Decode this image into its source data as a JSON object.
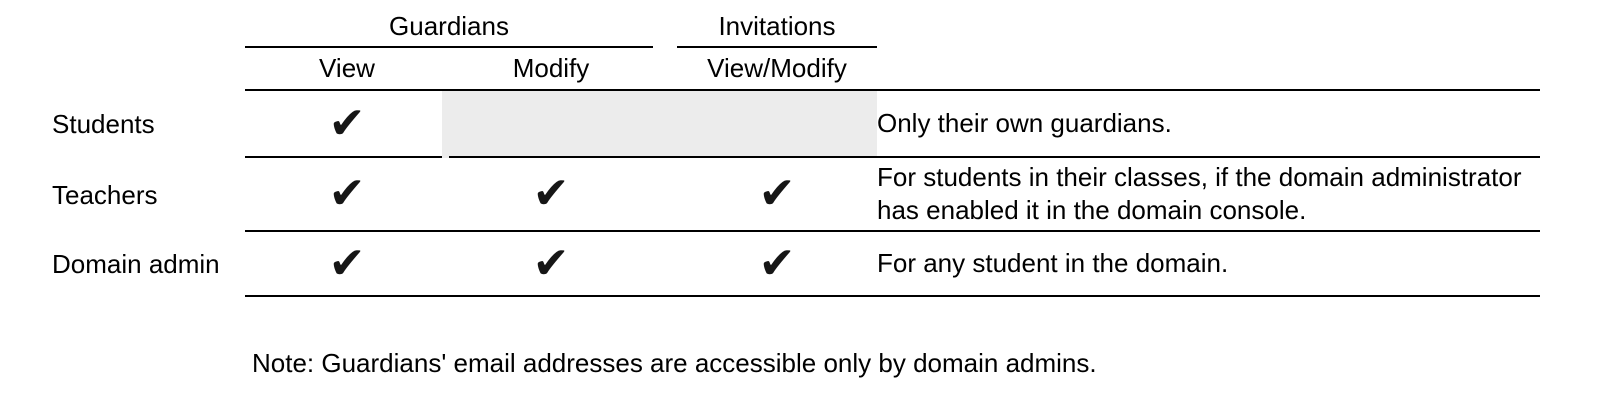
{
  "table": {
    "column_groups": [
      {
        "label": "Guardians"
      },
      {
        "label": "Invitations"
      }
    ],
    "sub_columns": [
      {
        "label": "View"
      },
      {
        "label": "Modify"
      },
      {
        "label": "View/Modify"
      }
    ],
    "checkmark_glyph": "✔",
    "rows": [
      {
        "label": "Students",
        "view": "✔",
        "modify": "",
        "view_modify": "",
        "note": "Only their own guardians."
      },
      {
        "label": "Teachers",
        "view": "✔",
        "modify": "✔",
        "view_modify": "✔",
        "note": "For students in their classes, if the domain administrator has enabled it in the domain console."
      },
      {
        "label": "Domain admin",
        "view": "✔",
        "modify": "✔",
        "view_modify": "✔",
        "note": "For any student in the domain."
      }
    ]
  },
  "footnote": "Note: Guardians' email addresses are accessible only by domain admins.",
  "colors": {
    "shaded_cell": "#ececec",
    "line": "#000000",
    "text": "#000000"
  }
}
